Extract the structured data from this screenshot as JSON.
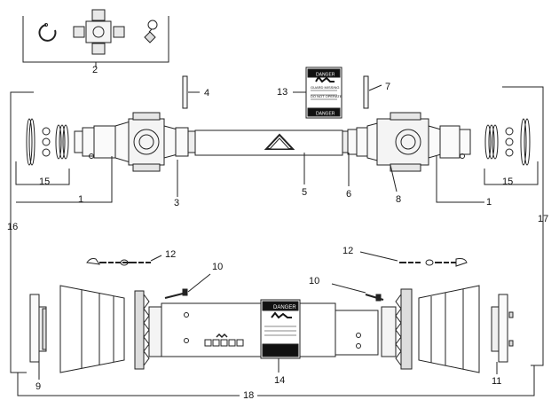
{
  "callouts": {
    "c1a": "1",
    "c1b": "1",
    "c2": "2",
    "c3": "3",
    "c4": "4",
    "c5": "5",
    "c6": "6",
    "c7": "7",
    "c8": "8",
    "c9": "9",
    "c10a": "10",
    "c10b": "10",
    "c11": "11",
    "c12a": "12",
    "c12b": "12",
    "c13": "13",
    "c14": "14",
    "c15a": "15",
    "c15b": "15",
    "c16": "16",
    "c17": "17",
    "c18": "18"
  },
  "decals": {
    "small": {
      "header": "DANGER",
      "line1": "GUARD MISSING",
      "line2": "DO NOT OPERATE",
      "footer": "DANGER"
    },
    "large": {
      "header": "DANGER"
    }
  }
}
